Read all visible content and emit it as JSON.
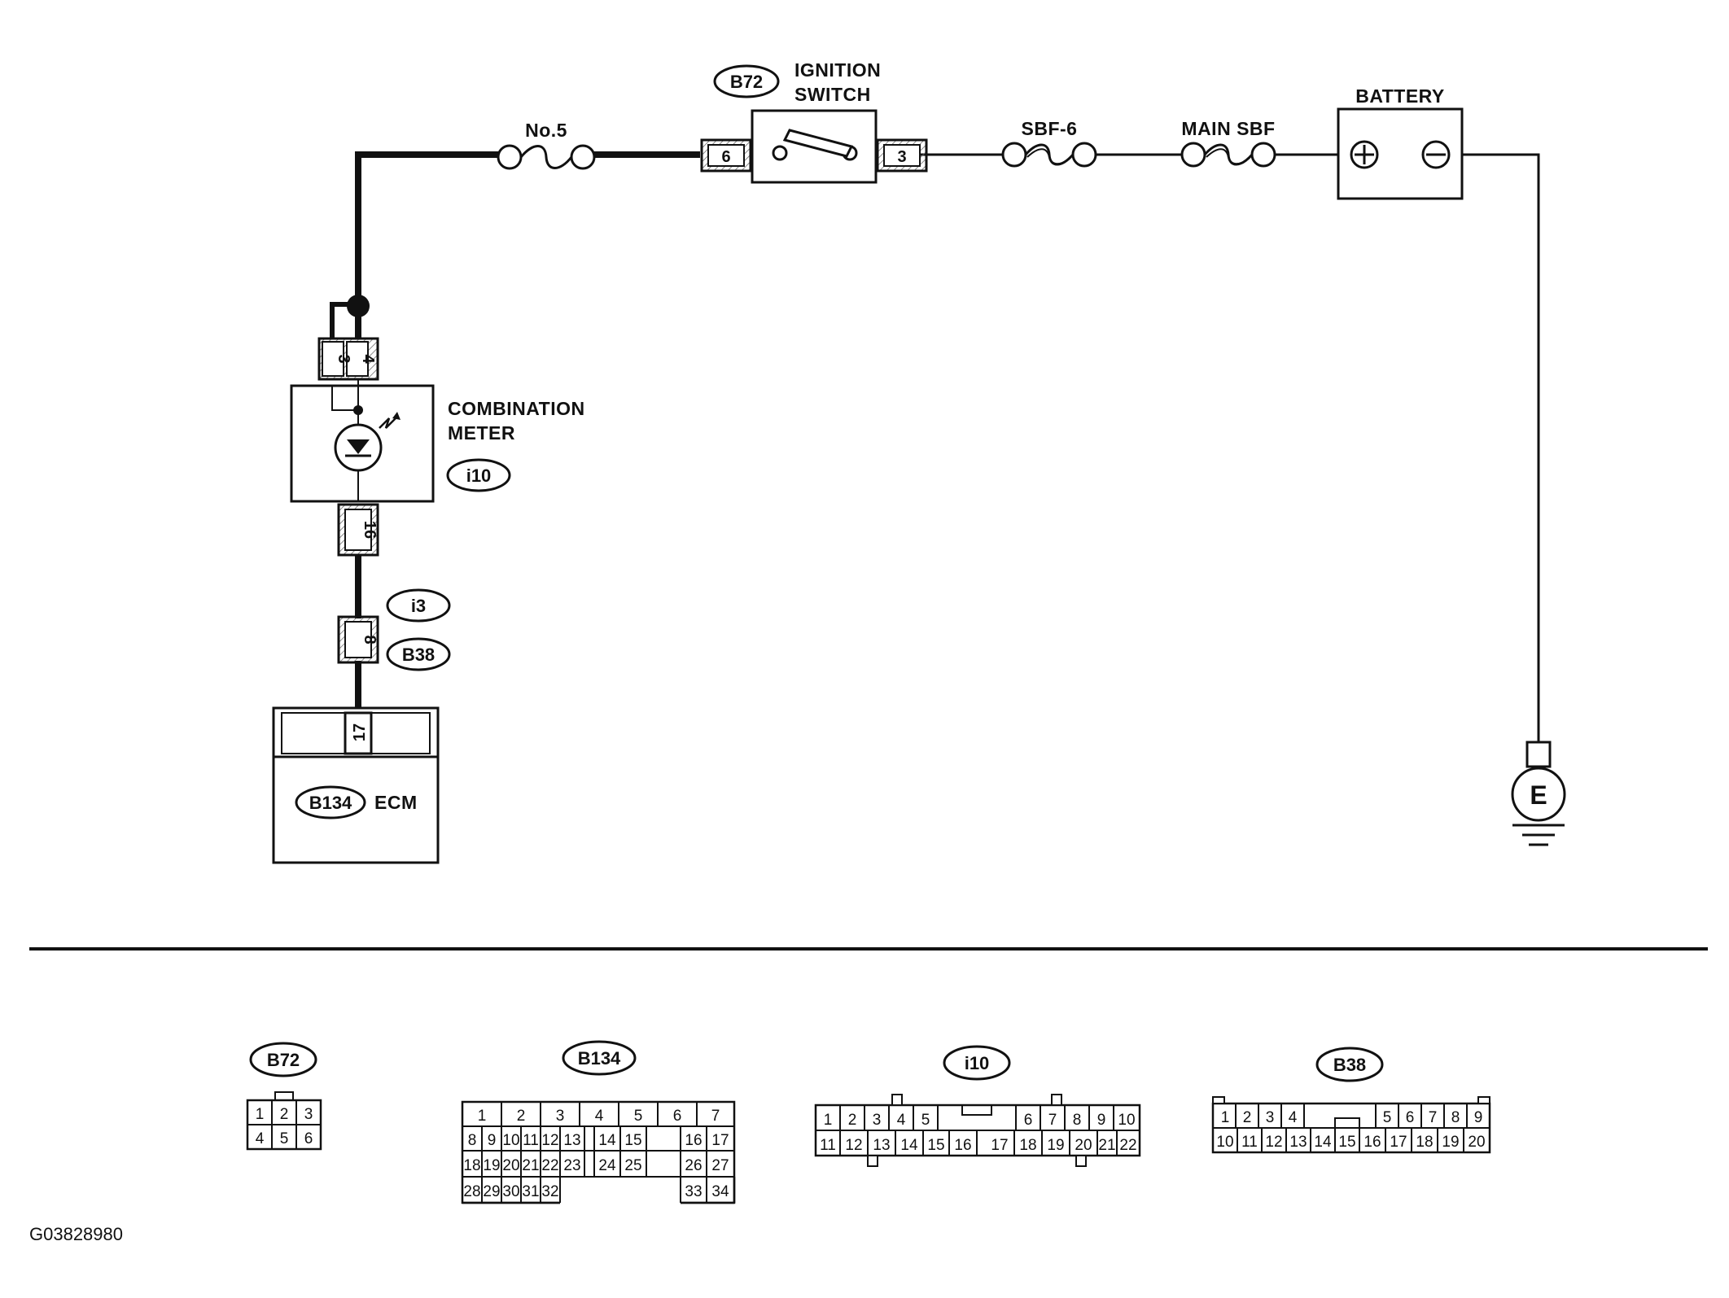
{
  "labels": {
    "ignition_switch_line1": "IGNITION",
    "ignition_switch_line2": "SWITCH",
    "fuse_no5": "No.5",
    "fuse_sbf6": "SBF-6",
    "fuse_main_sbf": "MAIN SBF",
    "battery": "BATTERY",
    "combination_meter_line1": "COMBINATION",
    "combination_meter_line2": "METER",
    "ecm": "ECM",
    "ground": "E",
    "figure_code": "G03828980"
  },
  "connector_ids": {
    "ignition": "B72",
    "meter": "i10",
    "junction_upper": "i3",
    "junction_lower": "B38",
    "ecm": "B134"
  },
  "pins": {
    "ignition_in": "6",
    "ignition_out": "3",
    "meter_pin_a": "3",
    "meter_pin_b": "4",
    "meter_out": "16",
    "junction": "8",
    "ecm": "17"
  },
  "pinouts": [
    {
      "id": "B72",
      "rows": [
        [
          "1",
          "2",
          "3"
        ],
        [
          "4",
          "5",
          "6"
        ]
      ]
    },
    {
      "id": "B134",
      "rows": [
        [
          "1",
          "2",
          "3",
          "4",
          "5",
          "6",
          "7"
        ],
        [
          "8",
          "9",
          "10",
          "11",
          "12",
          "13",
          "14",
          "15",
          "16",
          "17"
        ],
        [
          "18",
          "19",
          "20",
          "21",
          "22",
          "23",
          "24",
          "25",
          "26",
          "27"
        ],
        [
          "28",
          "29",
          "30",
          "31",
          "32",
          "",
          "",
          "",
          "33",
          "34"
        ]
      ]
    },
    {
      "id": "i10",
      "rows": [
        [
          "1",
          "2",
          "3",
          "4",
          "5",
          "",
          "6",
          "7",
          "8",
          "9",
          "10"
        ],
        [
          "11",
          "12",
          "13",
          "14",
          "15",
          "16",
          "17",
          "18",
          "19",
          "20",
          "21",
          "22"
        ]
      ]
    },
    {
      "id": "B38",
      "rows": [
        [
          "1",
          "2",
          "3",
          "4",
          "",
          "5",
          "6",
          "7",
          "8",
          "9"
        ],
        [
          "10",
          "11",
          "12",
          "13",
          "14",
          "15",
          "16",
          "17",
          "18",
          "19",
          "20"
        ]
      ]
    }
  ]
}
